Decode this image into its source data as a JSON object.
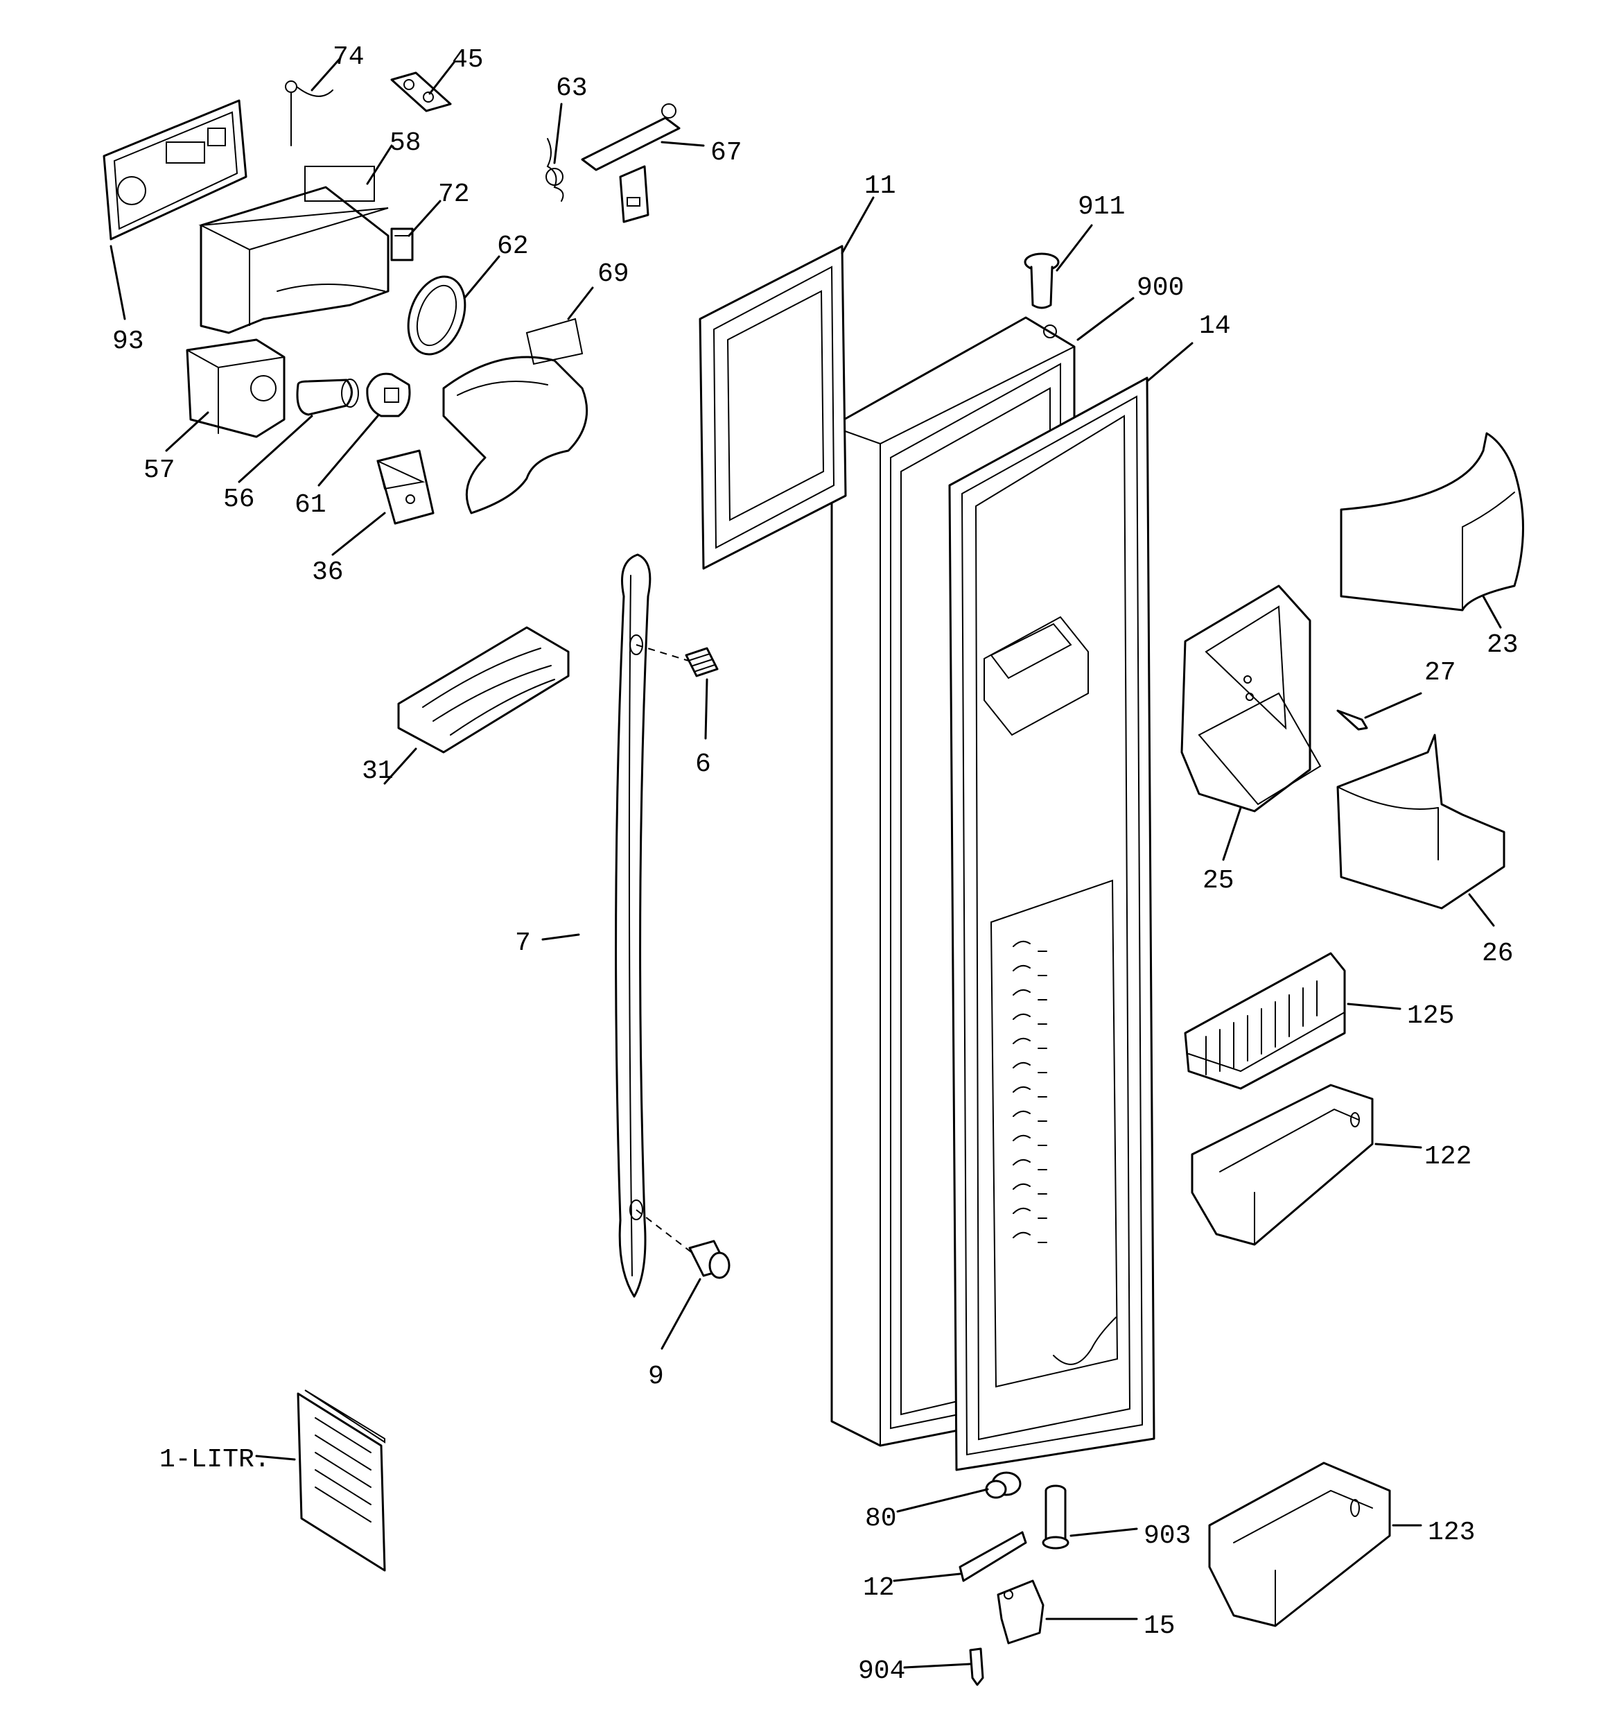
{
  "labels": {
    "p74": "74",
    "p45": "45",
    "p63": "63",
    "p67": "67",
    "p58": "58",
    "p72": "72",
    "p62": "62",
    "p69": "69",
    "p93": "93",
    "p57": "57",
    "p56": "56",
    "p61": "61",
    "p36": "36",
    "p11": "11",
    "p911": "911",
    "p900": "900",
    "p14": "14",
    "p23": "23",
    "p27": "27",
    "p25": "25",
    "p26": "26",
    "p31": "31",
    "p6": "6",
    "p7": "7",
    "p9": "9",
    "p125": "125",
    "p122": "122",
    "p1litr": "1-LITR.",
    "p80": "80",
    "p903": "903",
    "p12": "12",
    "p15": "15",
    "p123": "123",
    "p904": "904"
  }
}
